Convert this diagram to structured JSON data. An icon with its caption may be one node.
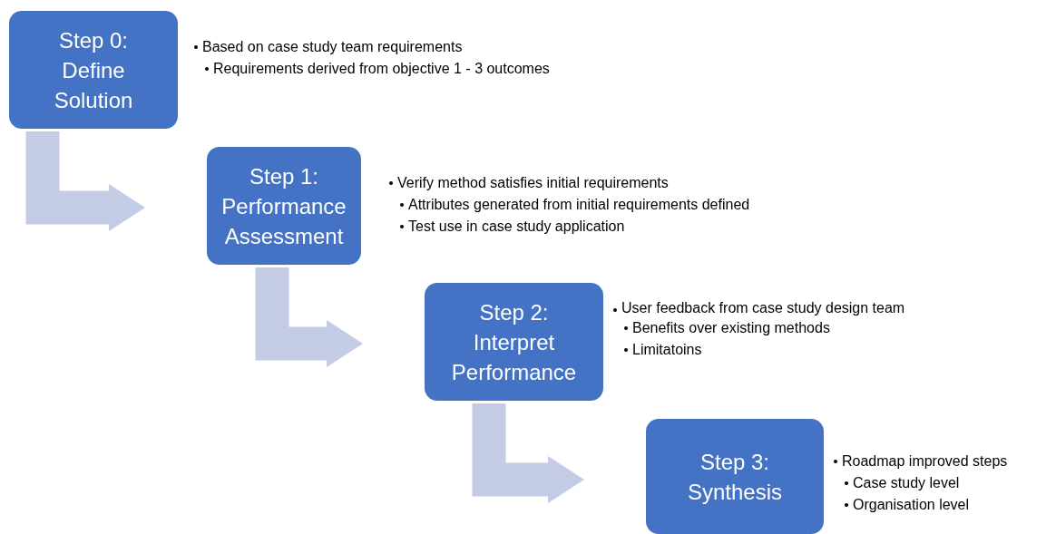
{
  "diagram": {
    "nodes": [
      {
        "text": [
          "Step 0: Define Solution"
        ],
        "beside": [
          "Based on case study team requirements",
          "Requirements derived from objective 1 - 3 outcomes"
        ]
      },
      {
        "text": [
          "Step 1: Performance Assessment"
        ],
        "beside": [
          "Verify method satisfies initial requirements",
          "Attributes generated from initial requirements defined",
          "Test use in case study application"
        ]
      },
      {
        "text": [
          "Step 2: Interpret Performance"
        ],
        "beside": [
          "User feedback from case study design team",
          "Benefits over existing methods",
          "Limitatoins"
        ]
      },
      {
        "text": [
          "Step 3: Synthesis"
        ],
        "beside": [
          "Roadmap improved steps",
          "Case study level",
          "Organisation level"
        ]
      }
    ],
    "edges": [
      {
        "from": 0,
        "to": 1,
        "arrow": "to"
      },
      {
        "from": 1,
        "to": 2,
        "arrow": "to"
      },
      {
        "from": 2,
        "to": 3,
        "arrow": "to"
      }
    ]
  }
}
